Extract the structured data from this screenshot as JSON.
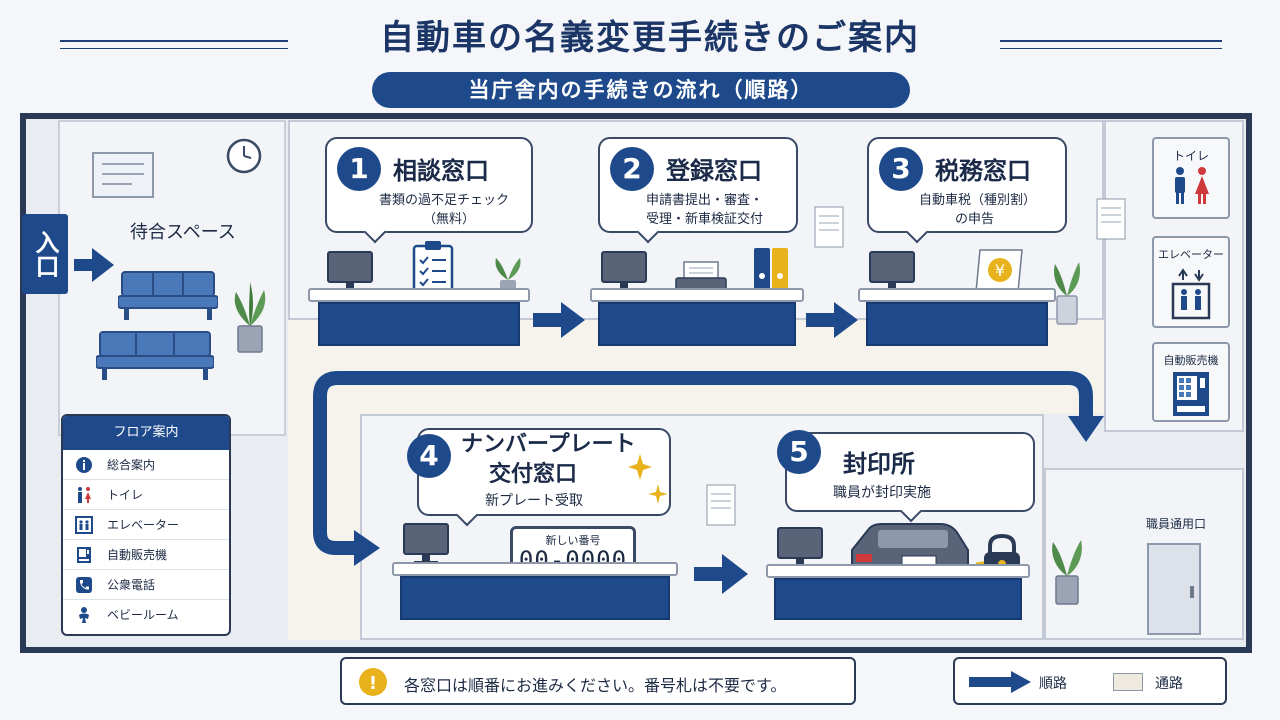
{
  "title": "自動車の名義変更手続きのご案内",
  "subtitle": "当庁舎内の手続きの流れ（順路）",
  "entrance": "入口",
  "waiting_area": "待合スペース",
  "steps": [
    {
      "number": "1",
      "title": "相談窓口",
      "lines": [
        "書類の過不足チェック",
        "（無料）"
      ]
    },
    {
      "number": "2",
      "title": "登録窓口",
      "lines": [
        "申請書提出・審査・",
        "受理・新車検証交付"
      ]
    },
    {
      "number": "3",
      "title": "税務窓口",
      "lines": [
        "自動車税（種別割）",
        "の申告"
      ]
    },
    {
      "number": "4",
      "title_lines": [
        "ナンバープレート",
        "交付窓口"
      ],
      "lines": [
        "新プレート受取"
      ]
    },
    {
      "number": "5",
      "title": "封印所",
      "lines": [
        "職員が封印実施"
      ]
    }
  ],
  "plate": {
    "caption": "新しい番号",
    "number": "00-0000"
  },
  "yen_symbol": "¥",
  "side": {
    "toilet": "トイレ",
    "elevator": "エレベーター",
    "vending": "自動販売機",
    "staff_door": "職員通用口"
  },
  "floor_guide": {
    "heading": "フロア案内",
    "items": [
      {
        "icon": "info-icon",
        "label": "総合案内"
      },
      {
        "icon": "restroom-icon",
        "label": "トイレ"
      },
      {
        "icon": "elevator-icon",
        "label": "エレベーター"
      },
      {
        "icon": "vending-machine-icon",
        "label": "自動販売機"
      },
      {
        "icon": "phone-icon",
        "label": "公衆電話"
      },
      {
        "icon": "baby-icon",
        "label": "ベビールーム"
      }
    ]
  },
  "notice": {
    "icon": "!",
    "text": "各窓口は順番にお進みください。番号札は不要です。"
  },
  "legend": {
    "route": "順路",
    "passage": "通路"
  },
  "colors": {
    "primary": "#1e4a8c",
    "dark": "#2a3a56",
    "accent": "#e8b21c",
    "female": "#d0393b"
  }
}
